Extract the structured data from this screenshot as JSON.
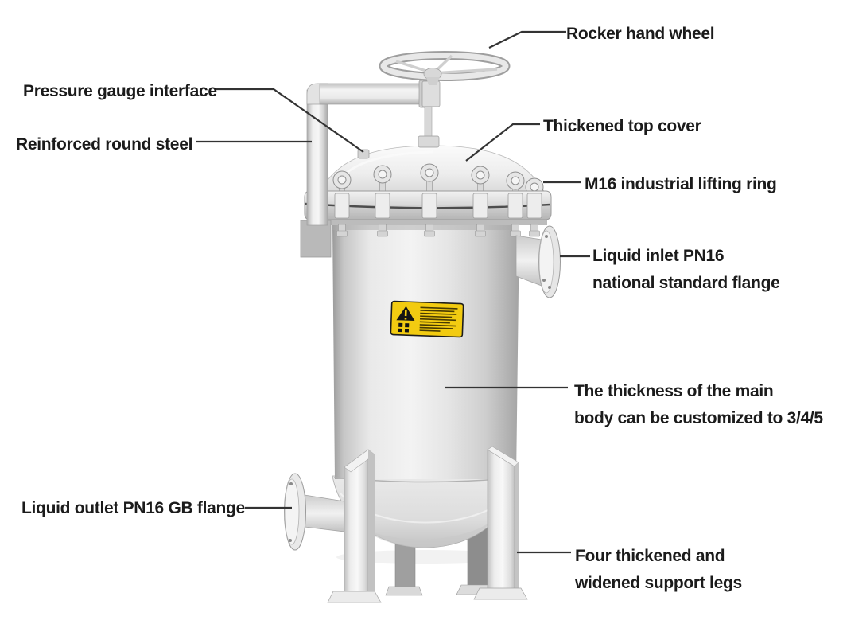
{
  "figure": {
    "subject": "bag-filter-housing-diagram"
  },
  "callouts": {
    "rocker_hand_wheel": "Rocker hand wheel",
    "pressure_gauge_interface": "Pressure gauge interface",
    "reinforced_round_steel": "Reinforced round steel",
    "thickened_top_cover": "Thickened top cover",
    "m16_lifting_ring": "M16 industrial lifting ring",
    "liquid_inlet": {
      "line1": "Liquid inlet PN16",
      "line2": "national standard flange"
    },
    "body_thickness": {
      "line1": "The thickness of the main",
      "line2": "body can be customized to 3/4/5"
    },
    "liquid_outlet": "Liquid outlet PN16 GB flange",
    "support_legs": {
      "line1": "Four thickened and",
      "line2": "widened support legs"
    }
  },
  "warning_label": {
    "icon": "warning-triangle-icon",
    "background_color": "#f2cb11"
  },
  "colors": {
    "leader_line": "#333333",
    "label_text": "#1b1b1b",
    "background": "#ffffff"
  }
}
